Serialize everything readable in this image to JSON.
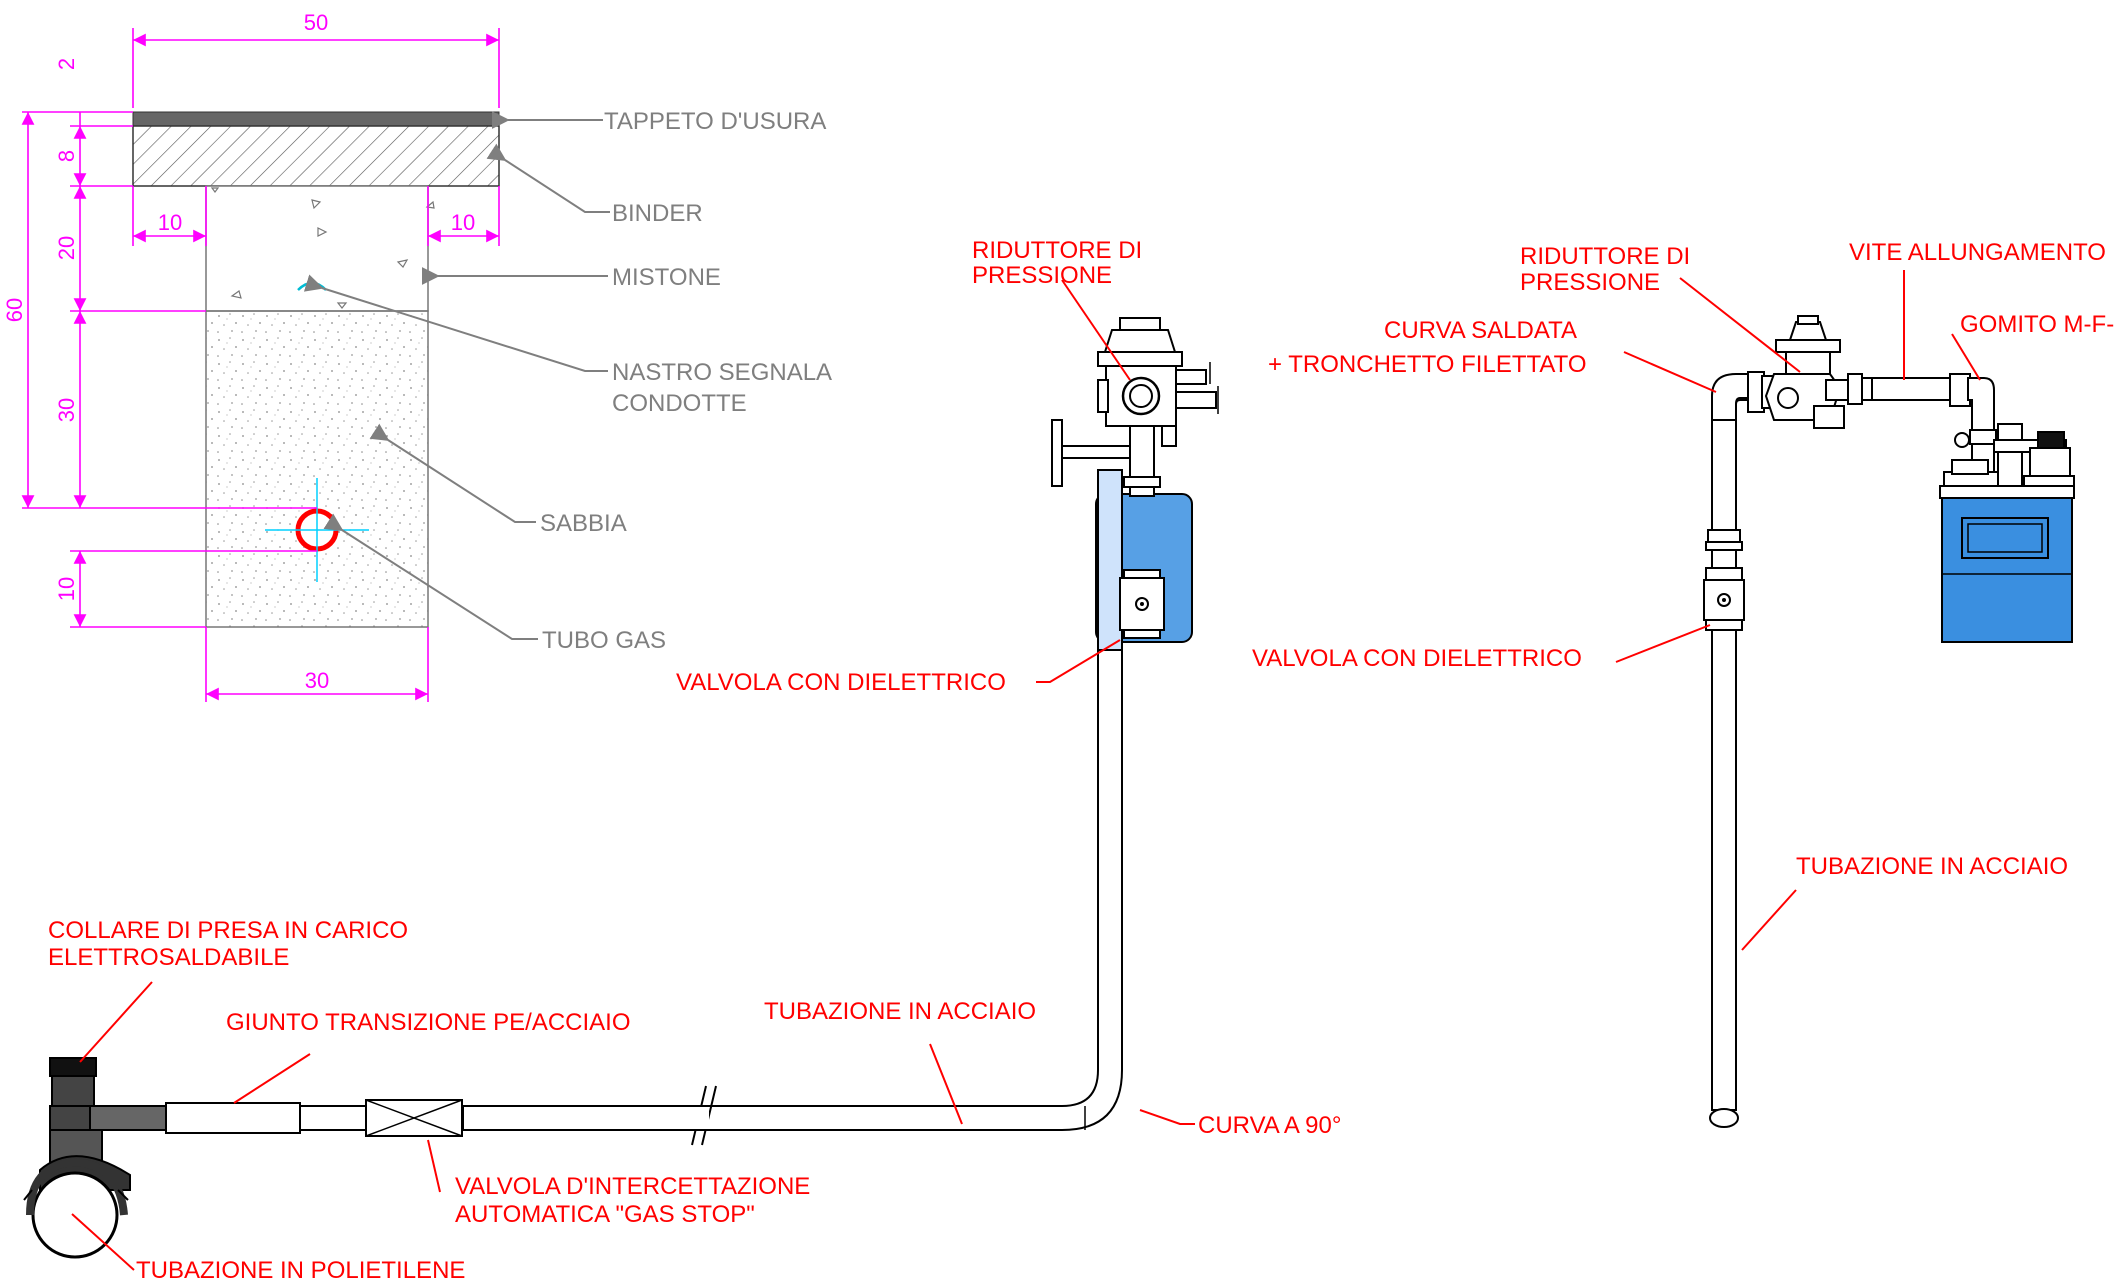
{
  "section": {
    "labels": {
      "tappeto": "TAPPETO D'USURA",
      "binder": "BINDER",
      "mistone": "MISTONE",
      "nastro_1": "NASTRO SEGNALA",
      "nastro_2": "CONDOTTE",
      "sabbia": "SABBIA",
      "tubo_gas": "TUBO GAS"
    },
    "dimensions": {
      "top_width": "50",
      "left_offset": "10",
      "right_offset": "10",
      "bottom_width": "30",
      "total_height": "60",
      "layer_2": "2",
      "layer_8": "8",
      "layer_20": "20",
      "layer_30": "30",
      "layer_10": "10"
    }
  },
  "riser": {
    "riduttore_1": "RIDUTTORE DI",
    "riduttore_2": "PRESSIONE",
    "valvola_dielettrico": "VALVOLA CON DIELETTRICO",
    "tubazione_acciaio": "TUBAZIONE IN ACCIAIO",
    "curva_90": "CURVA A 90°",
    "gas_stop_1": "VALVOLA D'INTERCETTAZIONE",
    "gas_stop_2": "AUTOMATICA  \"GAS STOP\"",
    "giunto": "GIUNTO TRANSIZIONE PE/ACCIAIO",
    "collare_1": "COLLARE DI PRESA IN CARICO",
    "collare_2": "ELETTROSALDABILE",
    "polietilene": "TUBAZIONE IN POLIETILENE"
  },
  "meter": {
    "riduttore_1": "RIDUTTORE DI",
    "riduttore_2": "PRESSIONE",
    "curva_1": "CURVA SALDATA",
    "curva_2": "+ TRONCHETTO FILETTATO",
    "vite": "VITE ALLUNGAMENTO",
    "gomito": "GOMITO M-F-",
    "valvola_dielettrico": "VALVOLA CON DIELETTRICO",
    "tubazione_acciaio": "TUBAZIONE IN ACCIAIO"
  },
  "colors": {
    "label_red": "#ff0000",
    "label_grey": "#7f7f7f",
    "dimension_magenta": "#ff00ff",
    "pipe_ring_red": "#ff0000",
    "centerline_cyan": "#00d0ff",
    "cabinet_blue": "#3a8fe0"
  }
}
